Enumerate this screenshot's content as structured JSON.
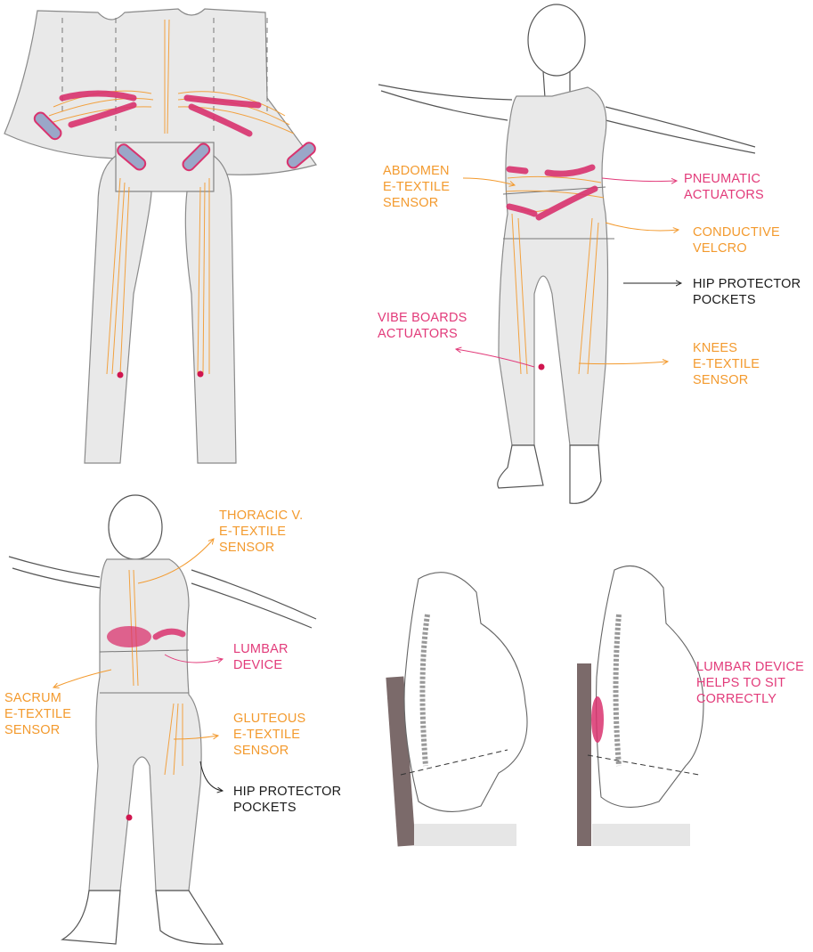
{
  "colors": {
    "sensor": "#f39a2e",
    "actuator": "#e23b7a",
    "neutral": "#1a1a1a",
    "garment": "#e9e9e9",
    "outline": "#8a8a8a",
    "chair": "#7b6a6a"
  },
  "labels": {
    "abdomen_sensor": [
      "ABDOMEN",
      "E-TEXTILE",
      "SENSOR"
    ],
    "pneumatic_actuators": [
      "PNEUMATIC",
      "ACTUATORS"
    ],
    "conductive_velcro": [
      "CONDUCTIVE",
      "VELCRO"
    ],
    "hip_protector_front": [
      "HIP PROTECTOR",
      "POCKETS"
    ],
    "vibe_boards": [
      "VIBE BOARDS",
      "ACTUATORS"
    ],
    "knees_sensor": [
      "KNEES",
      "E-TEXTILE",
      "SENSOR"
    ],
    "thoracic_sensor": [
      "THORACIC V.",
      "E-TEXTILE",
      "SENSOR"
    ],
    "lumbar_device": [
      "LUMBAR",
      "DEVICE"
    ],
    "sacrum_sensor": [
      "SACRUM",
      "E-TEXTILE",
      "SENSOR"
    ],
    "gluteous_sensor": [
      "GLUTEOUS",
      "E-TEXTILE",
      "SENSOR"
    ],
    "hip_protector_back": [
      "HIP PROTECTOR",
      "POCKETS"
    ],
    "lumbar_helps": [
      "LUMBAR DEVICE",
      "HELPS TO SIT",
      "CORRECTLY"
    ]
  }
}
